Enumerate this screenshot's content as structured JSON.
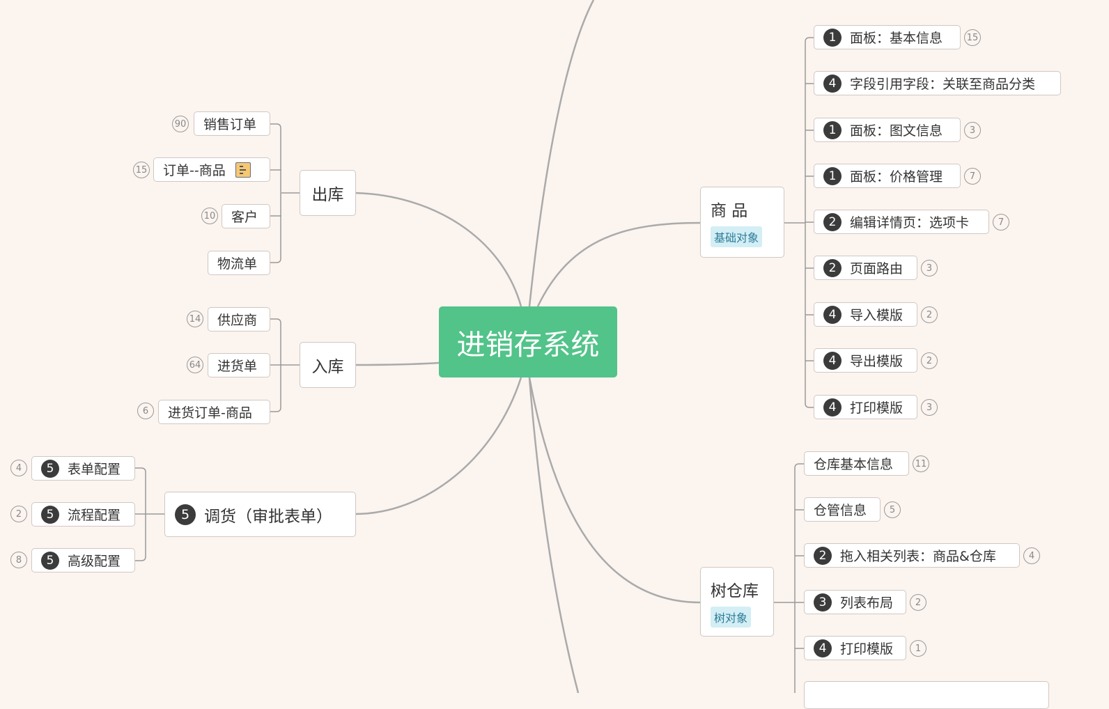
{
  "root": {
    "label": "进销存系统"
  },
  "outbound": {
    "label": "出库",
    "children": [
      {
        "label": "销售订单",
        "count": "90"
      },
      {
        "label": "订单--商品",
        "count": "15",
        "icon": "note-icon"
      },
      {
        "label": "客户",
        "count": "10"
      },
      {
        "label": "物流单"
      }
    ]
  },
  "inbound": {
    "label": "入库",
    "children": [
      {
        "label": "供应商",
        "count": "14"
      },
      {
        "label": "进货单",
        "count": "64"
      },
      {
        "label": "进货订单-商品",
        "count": "6"
      }
    ]
  },
  "transfer": {
    "label": "调货（审批表单）",
    "priority": "5",
    "children": [
      {
        "label": "表单配置",
        "priority": "5",
        "count": "4"
      },
      {
        "label": "流程配置",
        "priority": "5",
        "count": "2"
      },
      {
        "label": "高级配置",
        "priority": "5",
        "count": "8"
      }
    ]
  },
  "product": {
    "label": "商 品",
    "tag": "基础对象",
    "children": [
      {
        "label": "面板：基本信息",
        "priority": "1",
        "count": "15"
      },
      {
        "label": "字段引用字段：关联至商品分类",
        "priority": "4"
      },
      {
        "label": "面板：图文信息",
        "priority": "1",
        "count": "3"
      },
      {
        "label": "面板：价格管理",
        "priority": "1",
        "count": "7"
      },
      {
        "label": "编辑详情页：选项卡",
        "priority": "2",
        "count": "7"
      },
      {
        "label": "页面路由",
        "priority": "2",
        "count": "3"
      },
      {
        "label": "导入模版",
        "priority": "4",
        "count": "2"
      },
      {
        "label": "导出模版",
        "priority": "4",
        "count": "2"
      },
      {
        "label": "打印模版",
        "priority": "4",
        "count": "3"
      }
    ]
  },
  "warehouse": {
    "label": "树仓库",
    "tag": "树对象",
    "children": [
      {
        "label": "仓库基本信息",
        "count": "11"
      },
      {
        "label": "仓管信息",
        "count": "5"
      },
      {
        "label": "拖入相关列表：商品&仓库",
        "priority": "2",
        "count": "4"
      },
      {
        "label": "列表布局",
        "priority": "3",
        "count": "2"
      },
      {
        "label": "打印模版",
        "priority": "4",
        "count": "1"
      }
    ]
  },
  "colors": {
    "root": "#52c389",
    "line": "#aaaaaa",
    "tag_bg": "#d3eef5"
  }
}
